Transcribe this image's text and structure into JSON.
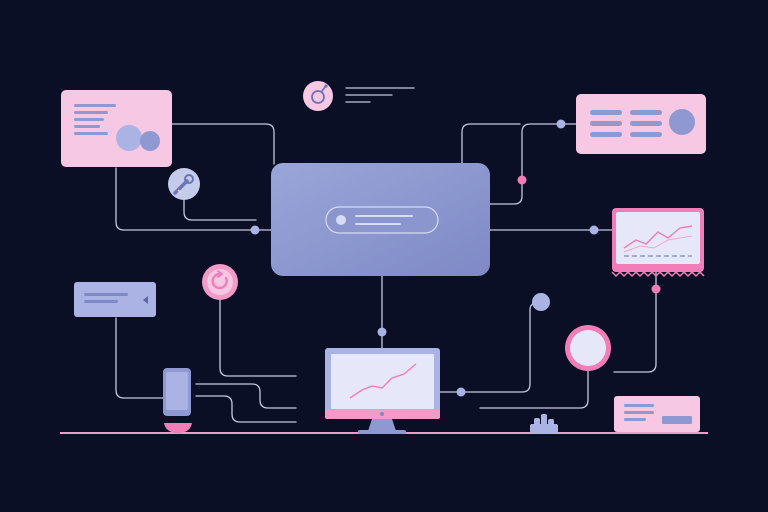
{
  "palette": {
    "background": "#0b0f26",
    "line": "#c7c6e0",
    "pink": "#f6c8e3",
    "pink_strong": "#f27db8",
    "lavender": "#8f98d1",
    "lavender_light": "#aab3e4",
    "card_light": "#f9cde6",
    "screen": "#e6e7f8"
  },
  "nodes": {
    "hub": {
      "kind": "central-panel",
      "content": "search-bar"
    },
    "top_left_card": {
      "kind": "info-card"
    },
    "top_right_card": {
      "kind": "list-card"
    },
    "right_chart_card": {
      "kind": "chart-card"
    },
    "left_small_card": {
      "kind": "text-card"
    },
    "bottom_right_card": {
      "kind": "device-card"
    },
    "monitor": {
      "kind": "desktop-monitor",
      "content": "line-chart"
    },
    "phone": {
      "kind": "smartphone"
    }
  },
  "icons": [
    "robot-icon",
    "wrench-icon",
    "refresh-icon",
    "server-icon",
    "globe-icon"
  ]
}
